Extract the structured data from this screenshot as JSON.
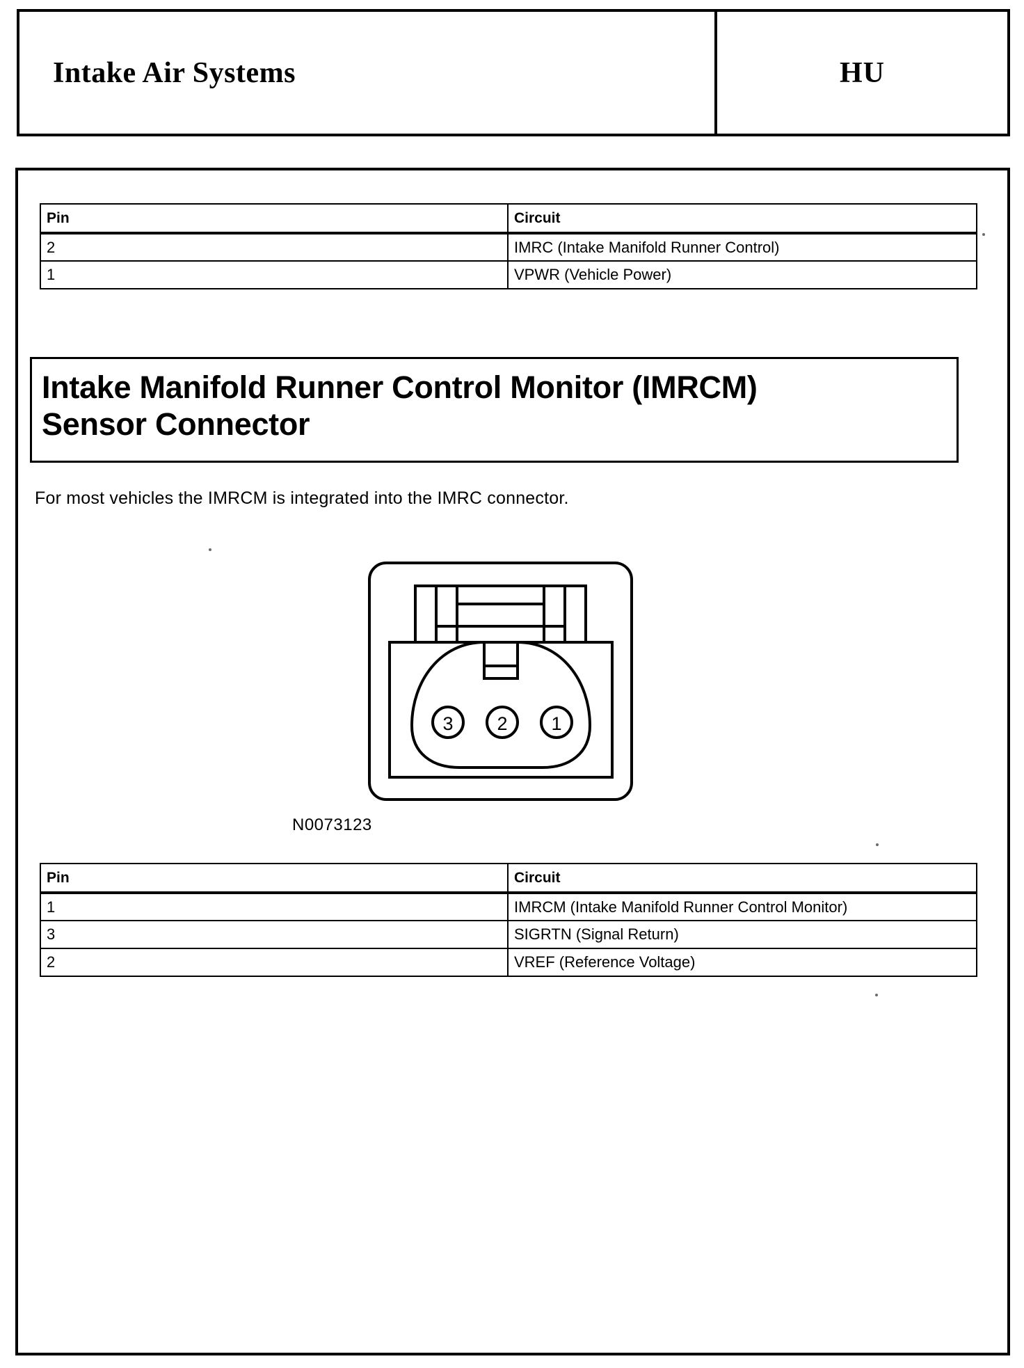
{
  "header": {
    "title": "Intake Air Systems",
    "code": "HU"
  },
  "tables": {
    "imrc": {
      "columns": [
        "Pin",
        "Circuit"
      ],
      "rows": [
        {
          "pin": "2",
          "circuit": "IMRC (Intake Manifold Runner Control)"
        },
        {
          "pin": "1",
          "circuit": "VPWR (Vehicle Power)"
        }
      ]
    },
    "imrcm": {
      "columns": [
        "Pin",
        "Circuit"
      ],
      "rows": [
        {
          "pin": "1",
          "circuit": "IMRCM (Intake Manifold Runner Control Monitor)"
        },
        {
          "pin": "3",
          "circuit": "SIGRTN (Signal Return)"
        },
        {
          "pin": "2",
          "circuit": "VREF (Reference Voltage)"
        }
      ]
    }
  },
  "section": {
    "heading_line1": "Intake Manifold Runner Control Monitor (IMRCM)",
    "heading_line2": "Sensor Connector",
    "note": "For most vehicles the IMRCM is integrated into the IMRC connector."
  },
  "figure": {
    "caption": "N0073123",
    "pin_labels": [
      "3",
      "2",
      "1"
    ],
    "line_color": "#000000",
    "fill_color": "#ffffff"
  }
}
